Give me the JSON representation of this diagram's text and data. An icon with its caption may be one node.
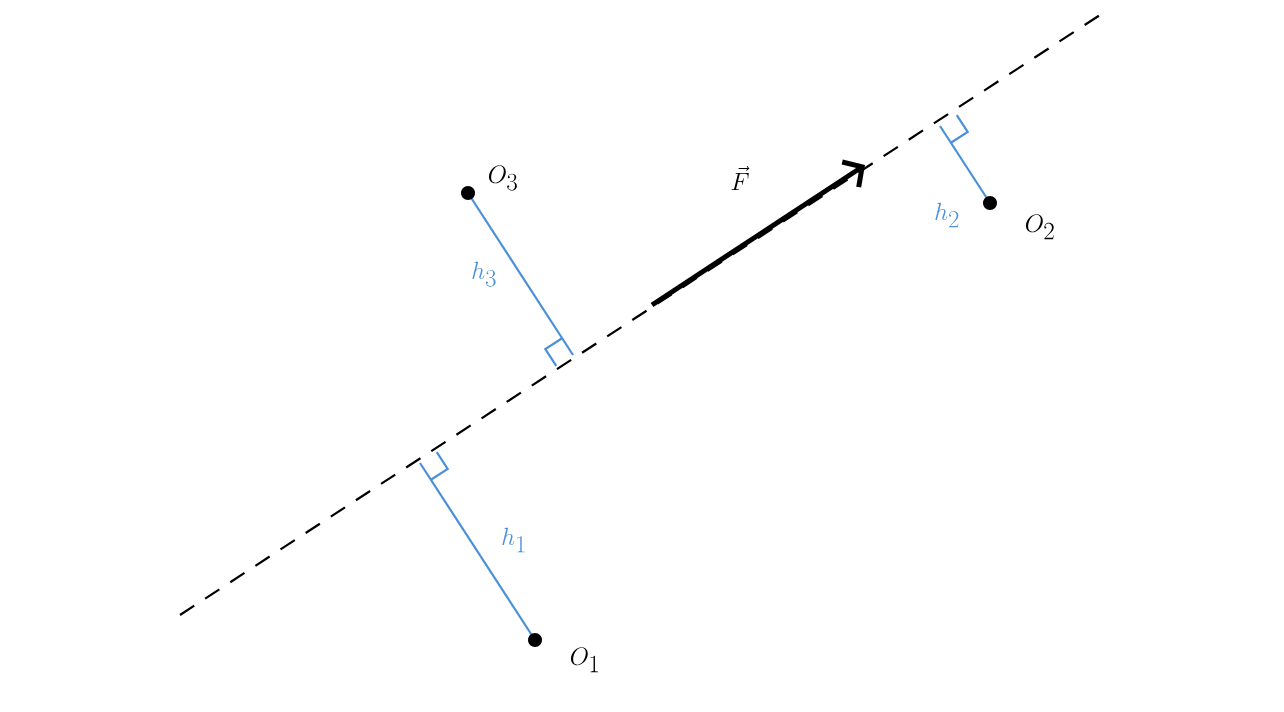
{
  "diagram": {
    "labels": [
      "O_3",
      "\\vec{F}",
      "h_2",
      "O_2",
      "h_3",
      "h_1",
      "O_1"
    ]
  }
}
